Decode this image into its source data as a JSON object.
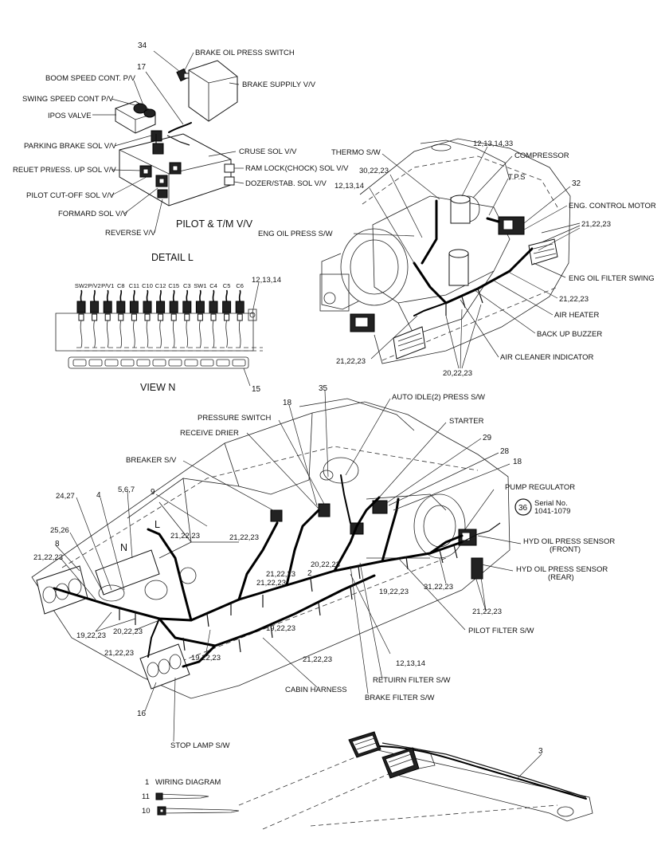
{
  "detail_l": {
    "title": "DETAIL  L",
    "subassembly": "PILOT & T/M V/V",
    "labels": {
      "brake_oil_press_switch": "BRAKE OIL PRESS SWITCH",
      "brake_supply_vv": "BRAKE SUPPILY V/V",
      "boom_speed_cont": "BOOM SPEED CONT. P/V",
      "swing_speed_cont": "SWING SPEED CONT P/V",
      "ipos_valve": "IPOS VALVE",
      "parking_brake_sol": "PARKING BRAKE SOL V/V",
      "cruse_sol": "CRUSE SOL V/V",
      "reuet_pri_ess": "REUET PRI/ESS. UP SOL V/V",
      "ram_lock": "RAM LOCK(CHOCK) SOL V/V",
      "dozer_stab": "DOZER/STAB. SOL V/V",
      "pilot_cut_off": "PILOT CUT-OFF SOL V/V",
      "formard_sol": "FORMARD SOL V/V",
      "reverse_vv": "REVERSE V/V"
    },
    "numbers": {
      "n34": "34",
      "n17": "17"
    }
  },
  "engine": {
    "labels": {
      "n12_13_14_33": "12,13,14,33",
      "compressor": "COMPRESSOR",
      "thermo_sw": "THERMO S/W",
      "n30_22_23": "30,22,23",
      "tps": "T.P.S",
      "n32": "32",
      "n12_13_14": "12,13,14",
      "eng_control_motor": "ENG. CONTROL MOTOR",
      "eng_oil_press_sw": "ENG OIL PRESS S/W",
      "n21_22_23_a": "21,22,23",
      "eng_oil_filter_swing": "ENG OIL FILTER SWING",
      "n21_22_23_b": "21,22,23",
      "air_heater": "AIR HEATER",
      "back_up_buzzer": "BACK UP BUZZER",
      "n21_22_23_c": "21,22,23",
      "air_cleaner_indicator": "AIR CLEANER INDICATOR",
      "n20_22_23": "20,22,23"
    }
  },
  "view_n": {
    "title": "VIEW  N",
    "n12_13_14": "12,13,14",
    "n15": "15",
    "connectors": [
      "SW2",
      "P/V2",
      "P/V1",
      "C8",
      "C11",
      "C10",
      "C12",
      "C15",
      "C3",
      "SW1",
      "C4",
      "C5",
      "C6"
    ]
  },
  "main": {
    "labels": {
      "n18_a": "18",
      "n35": "35",
      "auto_idle": "AUTO IDLE(2) PRESS S/W",
      "pressure_switch": "PRESSURE SWITCH",
      "starter": "STARTER",
      "receive_drier": "RECEIVE DRIER",
      "n29": "29",
      "n28": "28",
      "breaker_sw": "BREAKER S/V",
      "n18_b": "18",
      "n24_27": "24,27",
      "n4": "4",
      "n5_6_7": "5,6,7",
      "n9": "9",
      "pump_regulator": "PUMP REGULATOR",
      "serial_circle": "36",
      "serial_title": "Serial No.",
      "serial_range": "1041-1079",
      "letter_l": "L",
      "n21_22_23_a": "21,22,23",
      "n8": "8",
      "n25_26": "25,26",
      "n21_22_23_b": "21,22,23",
      "hyd_front_1": "HYD OIL PRESS SENSOR",
      "hyd_front_2": "(FRONT)",
      "letter_n": "N",
      "n21_22_23_c": "21,22,23",
      "n20_22_23": "20,22,23",
      "hyd_rear_1": "HYD OIL PRESS SENSOR",
      "hyd_rear_2": "(REAR)",
      "n21_22_23_d": "21,22,23",
      "n2": "2",
      "n21_22_23_e": "21,22,23",
      "n19_22_23_a": "19,22,23",
      "n31_22_23": "31,22,23",
      "n19_22_23_b": "19,22,23",
      "n20_22_23_b": "20,22,23",
      "n21_22_23_f": "21,22,23",
      "n19_22_23_c": "19,22,23",
      "pilot_filter": "PILOT FILTER S/W",
      "n21_22_23_g": "21,22,23",
      "n21_22_23_h": "21,22,23",
      "n19_22_23_d": "19,22,23",
      "n21_22_23_i": "21,22,23",
      "n12_13_14": "12,13,14",
      "retuirn_filter": "RETUIRN FILTER S/W",
      "cabin_harness": "CABIN HARNESS",
      "brake_filter": "BRAKE FILTER S/W",
      "n16": "16",
      "stop_lamp": "STOP LAMP S/W"
    }
  },
  "boom": {
    "n3": "3"
  },
  "legend": [
    {
      "num": "1",
      "text": "WIRING DIAGRAM"
    },
    {
      "num": "11",
      "text": ""
    },
    {
      "num": "10",
      "text": ""
    }
  ]
}
